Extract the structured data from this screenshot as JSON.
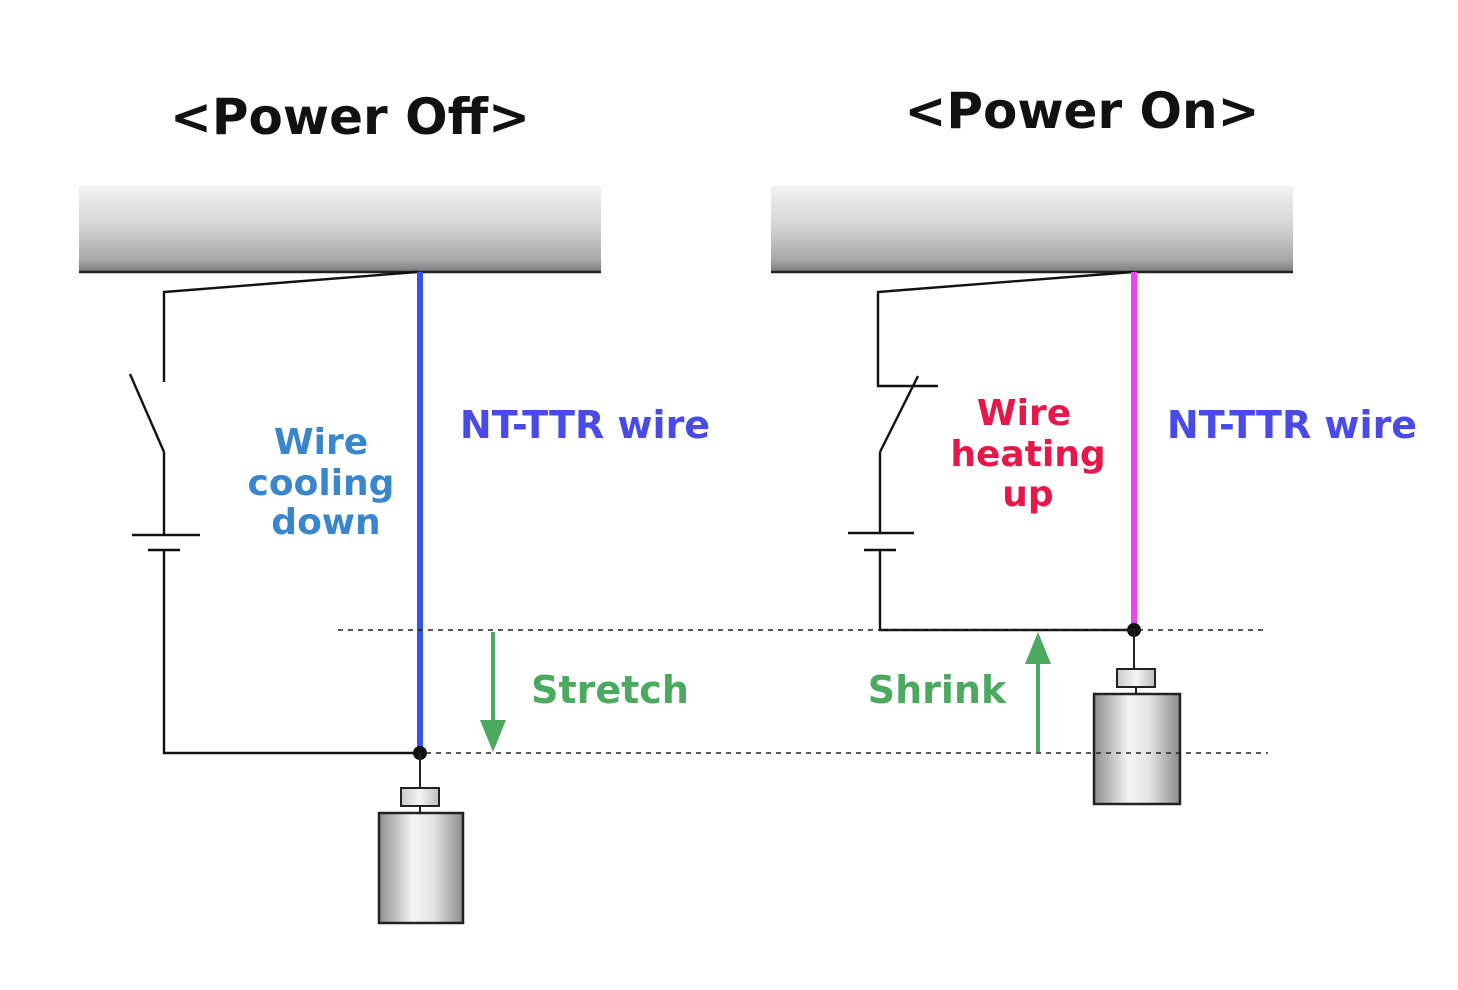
{
  "panels": {
    "off": {
      "title": "<Power Off>",
      "wire_label": "NT-TTR wire",
      "state_lines": [
        "Wire",
        "cooling",
        "down"
      ],
      "motion_label": "Stretch"
    },
    "on": {
      "title": "<Power On>",
      "wire_label": "NT-TTR wire",
      "state_lines": [
        "Wire",
        "heating",
        "up"
      ],
      "motion_label": "Shrink"
    }
  },
  "colors": {
    "cool_wire": "#3355ee",
    "hot_wire": "#ee44ee",
    "wire_label": "#4a4ae8",
    "cooling_text": "#3a86cc",
    "heating_text": "#e8174a",
    "motion": "#4caa5f",
    "circuit": "#111111"
  }
}
